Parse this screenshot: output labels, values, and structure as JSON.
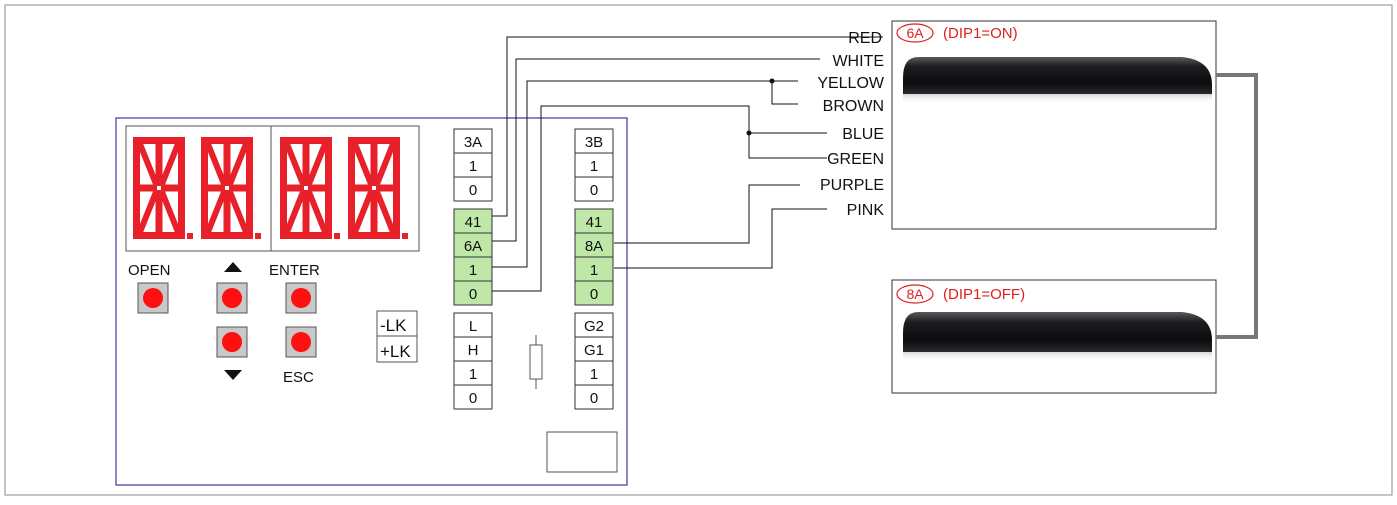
{
  "controller": {
    "display_segments": 4,
    "buttons": {
      "open": "OPEN",
      "enter": "ENTER",
      "esc": "ESC"
    },
    "lock_labels": [
      "-LK",
      "+LK"
    ],
    "terminals_left_top": [
      "3A",
      "1",
      "0"
    ],
    "terminals_left_mid": [
      "41",
      "6A",
      "1",
      "0"
    ],
    "terminals_left_bot": [
      "L",
      "H",
      "1",
      "0"
    ],
    "terminals_right_top": [
      "3B",
      "1",
      "0"
    ],
    "terminals_right_mid": [
      "41",
      "8A",
      "1",
      "0"
    ],
    "terminals_right_bot": [
      "G2",
      "G1",
      "1",
      "0"
    ]
  },
  "wires": [
    "RED",
    "WHITE",
    "YELLOW",
    "BROWN",
    "BLUE",
    "GREEN",
    "PURPLE",
    "PINK"
  ],
  "sensors": [
    {
      "circle_label": "6A",
      "label": "(DIP1=ON)"
    },
    {
      "circle_label": "8A",
      "label": "(DIP1=OFF)"
    }
  ],
  "colors": {
    "segment_red": "#e8202a",
    "button_red": "#ff1010",
    "terminal_green": "#bfe8a8",
    "frame_blue": "#3a3aa0",
    "label_red": "#e02020"
  }
}
